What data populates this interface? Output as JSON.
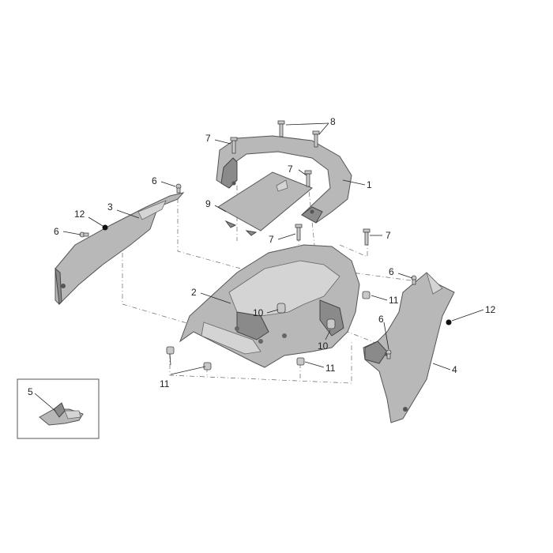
{
  "callouts": {
    "c1": "1",
    "c2": "2",
    "c3": "3",
    "c4": "4",
    "c5": "5",
    "c6a": "6",
    "c6b": "6",
    "c6c": "6",
    "c6d": "6",
    "c7a": "7",
    "c7b": "7",
    "c7c": "7",
    "c7d": "7",
    "c8": "8",
    "c9": "9",
    "c10a": "10",
    "c10b": "10",
    "c11a": "11",
    "c11b": "11",
    "c11c": "11",
    "c12a": "12",
    "c12b": "12"
  }
}
